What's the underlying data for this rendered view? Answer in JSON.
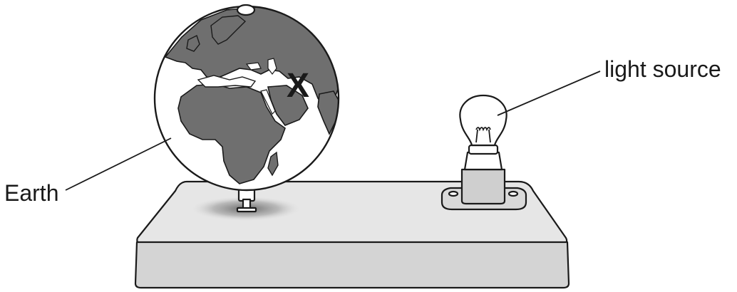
{
  "labels": {
    "earth": "Earth",
    "light_source": "light source",
    "marker": "X"
  },
  "colors": {
    "ink": "#1a1a1a",
    "land": "#6f6f6f",
    "ocean": "#ffffff",
    "base_top": "#e6e6e6",
    "base_front": "#d4d4d4",
    "shadow": "#9a9a9a",
    "socket": "#cfcfcf"
  }
}
